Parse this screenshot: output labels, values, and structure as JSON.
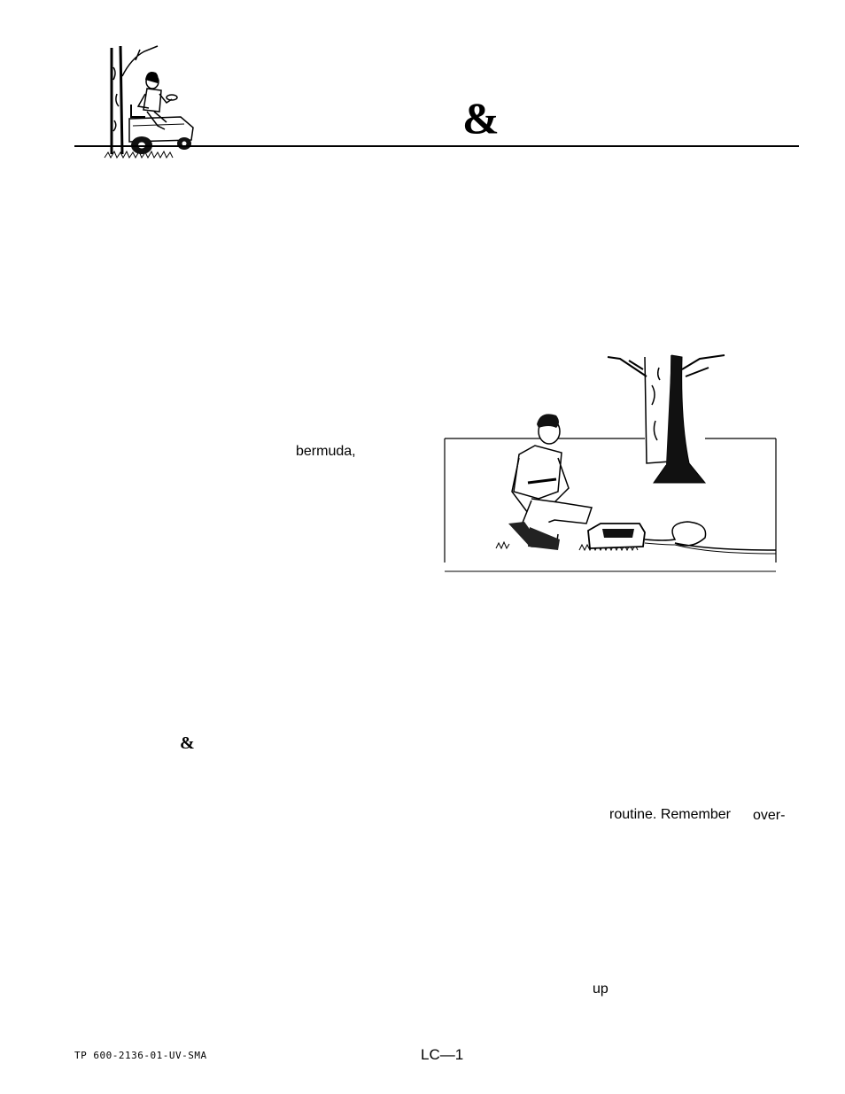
{
  "header": {
    "title_fragment": "&"
  },
  "body_fragments": {
    "bermuda": "bermuda,",
    "ampersand": "&",
    "routine": "routine. Remember",
    "over": "over-",
    "up": "up"
  },
  "footer": {
    "doc_code": "TP 600-2136-01-UV-SMA",
    "page_number": "LC—1"
  },
  "icons": {
    "logo": "rider-mower-under-tree-icon",
    "figure": "person-kneeling-by-tree-with-edger-icon"
  }
}
